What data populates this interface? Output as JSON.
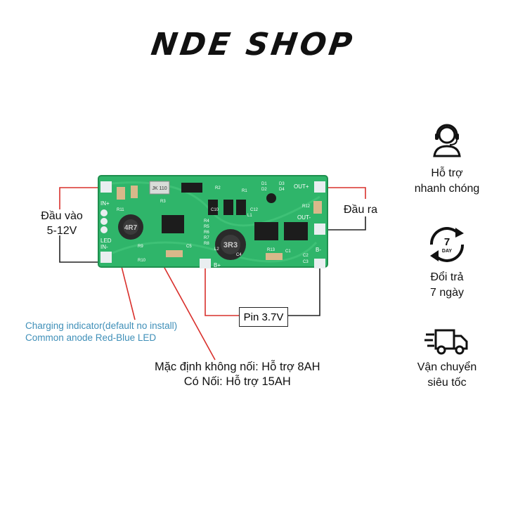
{
  "brand": "NDE SHOP",
  "labels": {
    "input_line1": "Đầu vào",
    "input_line2": "5-12V",
    "output": "Đầu ra",
    "battery": "Pin 3.7V",
    "charging_line1": "Charging indicator(default no install)",
    "charging_line2": "Common anode Red-Blue LED",
    "default_line1": "Mặc định không nối: Hỗ trợ 8AH",
    "default_line2": "Có Nối: Hỗ trợ 15AH"
  },
  "board_silkscreen": {
    "in_plus": "IN+",
    "in_minus": "IN-",
    "led": "LED",
    "out_plus": "OUT+",
    "out_minus": "OUT-",
    "b_plus": "B+",
    "b_minus": "B-",
    "inductor_1": "4R7",
    "inductor_2": "3R3",
    "chip_1": "JK 110",
    "parts": [
      "D1",
      "D2",
      "D3",
      "D4",
      "R1",
      "R2",
      "R3",
      "R4",
      "R5",
      "R6",
      "R7",
      "R8",
      "R9",
      "R10",
      "R11",
      "R12",
      "R13",
      "C1",
      "C2",
      "C3",
      "C4",
      "C5",
      "C10",
      "C12",
      "L1",
      "L2"
    ]
  },
  "features": [
    {
      "icon": "headset-support-icon",
      "line1": "Hỗ trợ",
      "line2": "nhanh chóng"
    },
    {
      "icon": "seven-day-return-icon",
      "icon_text": "7",
      "icon_sub": "DAY",
      "line1": "Đổi trả",
      "line2": "7 ngày"
    },
    {
      "icon": "delivery-truck-icon",
      "line1": "Vận chuyển",
      "line2": "siêu tốc"
    }
  ],
  "colors": {
    "pcb": "#2fb56a",
    "pcb_dark": "#1f8f4e",
    "callout_red": "#d9302c",
    "callout_blue": "#3f8fb8",
    "chip": "#1c1c1c",
    "pad": "#e9eef0"
  }
}
